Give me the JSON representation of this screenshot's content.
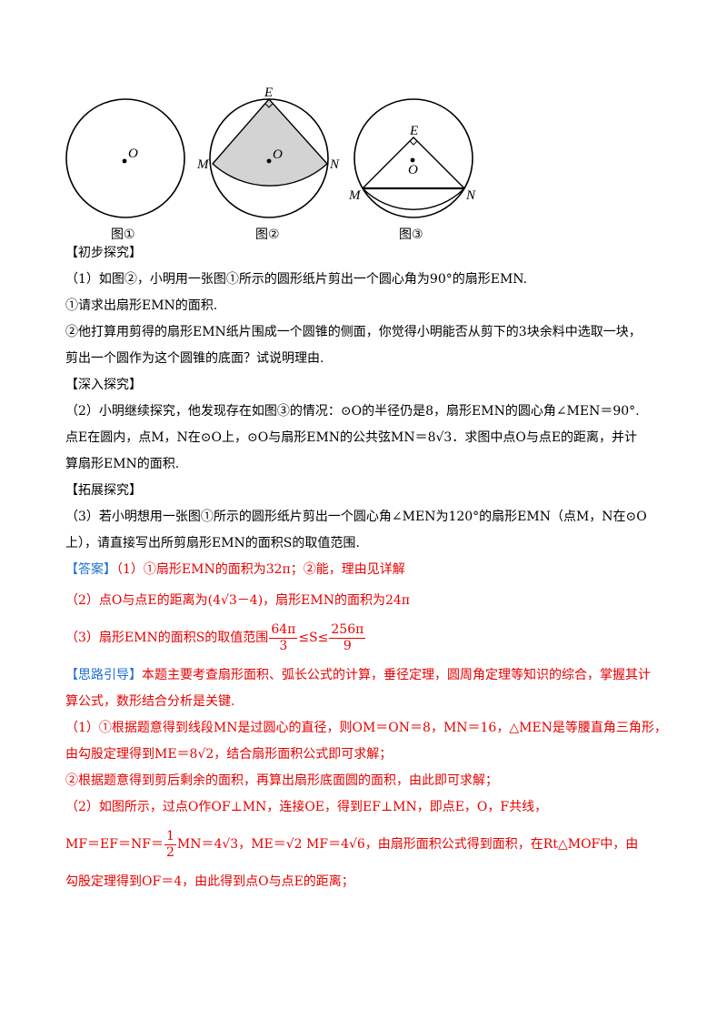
{
  "figures": {
    "captions": [
      "图①",
      "图②",
      "图③"
    ],
    "point_labels": {
      "O": "O",
      "E": "E",
      "M": "M",
      "N": "N"
    }
  },
  "exploration1": {
    "heading": "【初步探究】",
    "q1": "（1）如图②，小明用一张图①所示的圆形纸片剪出一个圆心角为90°的扇形EMN.",
    "q1a": "①请求出扇形EMN的面积.",
    "q1b_line1": "②他打算用剪得的扇形EMN纸片围成一个圆锥的侧面，你觉得小明能否从剪下的3块余料中选取一块，",
    "q1b_line2": "剪出一个圆作为这个圆锥的底面？试说明理由."
  },
  "exploration2": {
    "heading": "【深入探究】",
    "q2_line1": "（2）小明继续探究，他发现存在如图③的情况：⊙O的半径仍是8，扇形EMN的圆心角∠MEN＝90°.",
    "q2_line2": "点E在圆内，点M，N在⊙O上，⊙O与扇形EMN的公共弦MN＝8√3．求图中点O与点E的距离，并计",
    "q2_line3": "算扇形EMN的面积."
  },
  "exploration3": {
    "heading": "【拓展探究】",
    "q3_line1": "（3）若小明想用一张图①所示的圆形纸片剪出一个圆心角∠MEN为120°的扇形EMN（点M，N在⊙O",
    "q3_line2": "上），请直接写出所剪扇形EMN的面积S的取值范围."
  },
  "answer": {
    "label": "【答案】",
    "a1": "（1）①扇形EMN的面积为32π；②能，理由见详解",
    "a2": "（2）点O与点E的距离为(4√3－4)，扇形EMN的面积为24π",
    "a3_prefix": "（3）扇形EMN的面积S的取值范围",
    "a3_left_num": "64π",
    "a3_left_den": "3",
    "a3_mid": "≤S≤",
    "a3_right_num": "256π",
    "a3_right_den": "9"
  },
  "guide": {
    "label": "【思路引导】",
    "text_line1": "本题主要考查扇形面积、弧长公式的计算，垂径定理，圆周角定理等知识的综合，掌握其计",
    "text_line2": "算公式，数形结合分析是关键.",
    "g1_line1": "（1）①根据题意得到线段MN是过圆心的直径，则OM＝ON＝8，MN＝16，△MEN是等腰直角三角形，",
    "g1_line2": "由勾股定理得到ME＝8√2，结合扇形面积公式即可求解；",
    "g1_line3": "②根据题意得到剪后剩余的面积，再算出扇形底面圆的面积，由此即可求解；",
    "g2_line1": "（2）如图所示，过点O作OF⊥MN，连接OE，得到EF⊥MN，即点E，O，F共线，",
    "g2_formula_prefix": "MF＝EF＝NF＝",
    "g2_half_num": "1",
    "g2_half_den": "2",
    "g2_formula_rest": "MN＝4√3，ME＝√2 MF＝4√6，由扇形面积公式得到面积，在Rt△MOF中，由",
    "g2_line3": "勾股定理得到OF＝4，由此得到点O与点E的距离；"
  },
  "colors": {
    "answer_red": "#e60000",
    "label_blue": "#1f6fd1",
    "sector_fill": "#d3d3d3"
  }
}
